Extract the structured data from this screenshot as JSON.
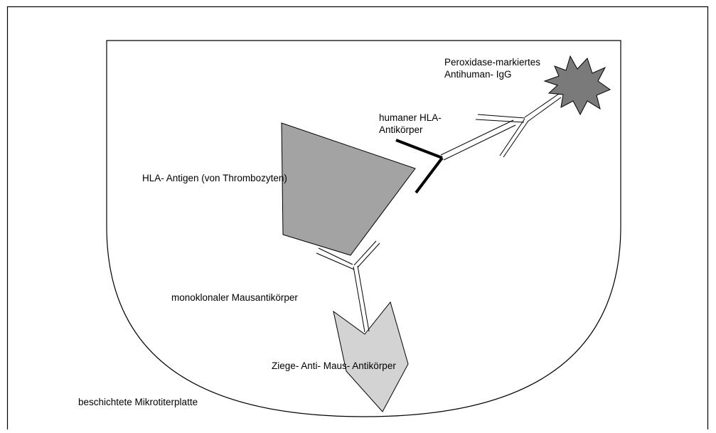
{
  "colors": {
    "antigen_fill": "#a3a3a3",
    "anti_mouse_fill": "#d3d3d3",
    "peroxidase_fill": "#7a7a7a"
  },
  "labels": {
    "peroxidase_line1": "Peroxidase-markiertes",
    "peroxidase_line2": "Antihuman- IgG",
    "human_ab_line1": "humaner HLA-",
    "human_ab_line2": "Antikörper",
    "hla_antigen": "HLA- Antigen (von Thrombozyten)",
    "mouse_ab": "monoklonaler Mausantikörper",
    "goat_ab": "Ziege- Anti- Maus- Antikörper",
    "plate": "beschichtete Mikrotiterplatte"
  }
}
